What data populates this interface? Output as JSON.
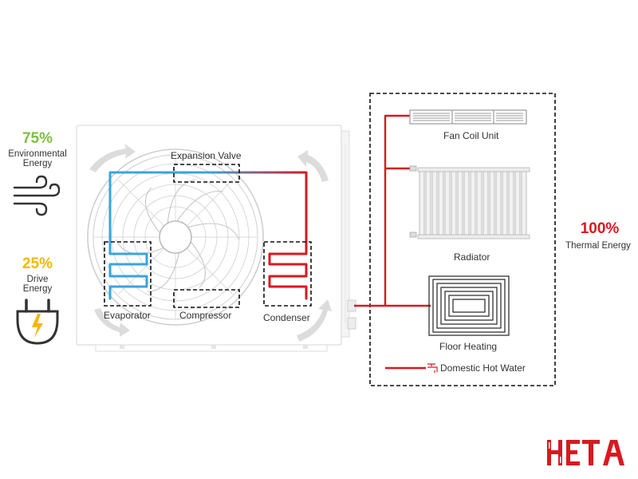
{
  "left": {
    "environmental": {
      "percent": "75%",
      "line1": "Environmental",
      "line2": "Energy",
      "icon": "wind-icon"
    },
    "drive": {
      "percent": "25%",
      "line1": "Drive",
      "line2": "Energy",
      "icon": "plug-lightning-icon"
    }
  },
  "unit_labels": {
    "expansion_valve": "Expansion Valve",
    "evaporator": "Evaporator",
    "compressor": "Compressor",
    "condenser": "Condenser"
  },
  "thermal": {
    "percent": "100%",
    "label": "Thermal Energy"
  },
  "emitters": {
    "fan_coil": "Fan Coil Unit",
    "radiator": "Radiator",
    "floor_heating": "Floor Heating",
    "hot_water": "Domestic Hot Water"
  },
  "brand": {
    "logo_text": "HETA"
  },
  "colors": {
    "cold": "#3aa4dc",
    "hot": "#d71920",
    "green": "#7fbe45",
    "yellow": "#f5b800",
    "outline": "#222222"
  }
}
